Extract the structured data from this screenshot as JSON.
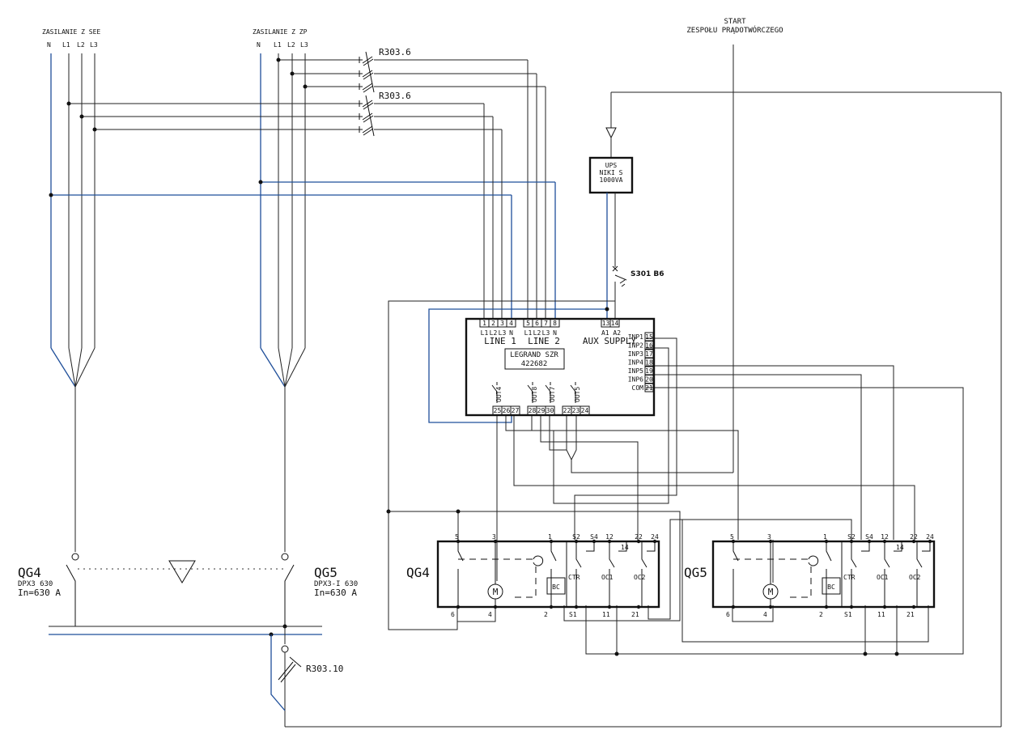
{
  "labels": {
    "supply_see": "ZASILANIE Z SEE",
    "supply_zp": "ZASILANIE Z ZP",
    "start_line1": "START",
    "start_line2": "ZESPOŁU PRĄDOTWÓRCZEGO",
    "phase_n": "N",
    "phase_l1": "L1",
    "phase_l2": "L2",
    "phase_l3": "L3",
    "fuse_1": "R303.6",
    "fuse_2": "R303.6",
    "fuse_3": "R303.10",
    "ups_line1": "UPS",
    "ups_line2": "NIKI S",
    "ups_line3": "1000VA",
    "breaker_s301": "S301 B6",
    "line1": "LINE 1",
    "line2": "LINE 2",
    "aux_supply": "AUX SUPPLY",
    "legrand_line1": "LEGRAND SZR",
    "legrand_line2": "422682",
    "a1_a2": "A1 A2",
    "qg4_name": "QG4",
    "qg4_type": "DPX3 630",
    "qg4_rating": "In=630 A",
    "qg5_name": "QG5",
    "qg5_type": "DPX3-I 630",
    "qg5_rating": "In=630 A",
    "motor": "M",
    "bc": "BC",
    "ctr": "CTR",
    "oc1": "OC1",
    "oc2": "OC2"
  },
  "controller": {
    "line1_terminals": [
      "1",
      "2",
      "3",
      "4"
    ],
    "line1_phases": [
      "L1",
      "L2",
      "L3",
      "N"
    ],
    "line2_terminals": [
      "5",
      "6",
      "7",
      "8"
    ],
    "line2_phases": [
      "L1",
      "L2",
      "L3",
      "N"
    ],
    "aux_terminals": [
      "13",
      "14"
    ],
    "inputs": [
      {
        "label": "INP1",
        "terminal": "15"
      },
      {
        "label": "INP2",
        "terminal": "16"
      },
      {
        "label": "INP3",
        "terminal": "17"
      },
      {
        "label": "INP4",
        "terminal": "18"
      },
      {
        "label": "INP5",
        "terminal": "19"
      },
      {
        "label": "INP6",
        "terminal": "20"
      },
      {
        "label": "COM",
        "terminal": "21"
      }
    ],
    "outputs": [
      "OUT4",
      "OUT8",
      "OUT7",
      "OUT5"
    ],
    "bottom_terminals": [
      "25",
      "26",
      "27",
      "28",
      "29",
      "30",
      "22",
      "23",
      "24"
    ]
  },
  "breaker_top_terminals": [
    "5",
    "3",
    "1",
    "S2",
    "S4",
    "12",
    "22",
    "24"
  ],
  "breaker_bottom_terminals": [
    "6",
    "4",
    "2",
    "S1",
    "11",
    "21"
  ],
  "breaker_mid_terminal": "14"
}
